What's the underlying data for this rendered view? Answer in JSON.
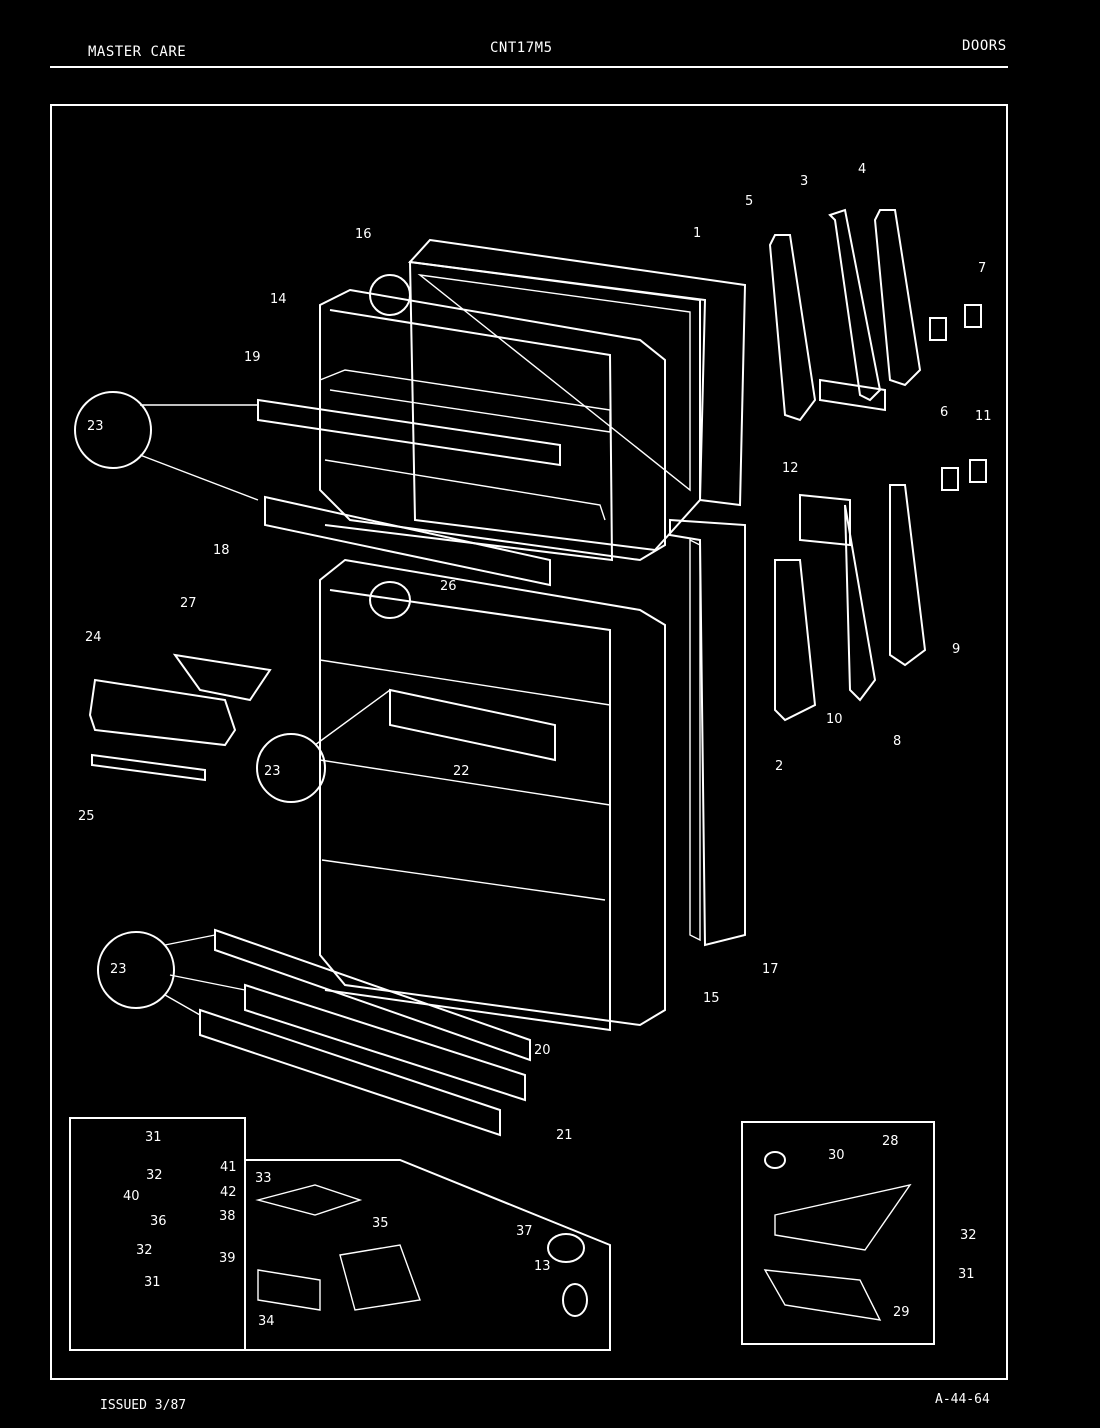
{
  "header": {
    "left": "MASTER CARE",
    "center": "CNT17M5",
    "right": "DOORS"
  },
  "footer": {
    "left": "ISSUED 3/87",
    "right": "A-44-64"
  },
  "callouts": [
    "1",
    "2",
    "3",
    "4",
    "5",
    "6",
    "7",
    "8",
    "9",
    "10",
    "11",
    "12",
    "13",
    "14",
    "15",
    "16",
    "17",
    "18",
    "19",
    "20",
    "21",
    "22",
    "23",
    "23",
    "23",
    "24",
    "25",
    "26",
    "27",
    "28",
    "29",
    "30",
    "31",
    "31",
    "31",
    "32",
    "32",
    "32",
    "33",
    "34",
    "35",
    "36",
    "37",
    "38",
    "39",
    "40",
    "41",
    "42"
  ]
}
